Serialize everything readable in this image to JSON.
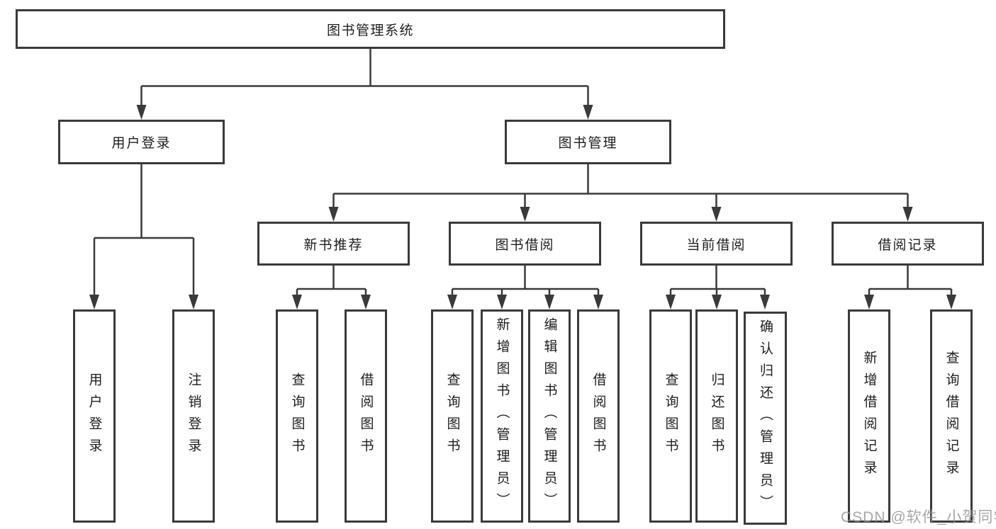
{
  "diagram": {
    "type": "hierarchy",
    "nodes": {
      "root": "图书管理系统",
      "user_login": "用户登录",
      "book_mgmt": "图书管理",
      "new_book_rec": "新书推荐",
      "book_borrow": "图书借阅",
      "current_borrow": "当前借阅",
      "borrow_record": "借阅记录",
      "ul_login": "用户登录",
      "ul_logout": "注销登录",
      "nb_query": "查询图书",
      "nb_borrow": "借阅图书",
      "bb_query": "查询图书",
      "bb_add": "新增图书（管理员）",
      "bb_edit": "编辑图书（管理员）",
      "bb_borrow": "借阅图书",
      "cb_query": "查询图书",
      "cb_return": "归还图书",
      "cb_confirm": "确认归还（管理员）",
      "br_add": "新增借阅记录",
      "br_query": "查询借阅记录"
    },
    "edges": [
      [
        "root",
        "user_login"
      ],
      [
        "root",
        "book_mgmt"
      ],
      [
        "user_login",
        "ul_login"
      ],
      [
        "user_login",
        "ul_logout"
      ],
      [
        "book_mgmt",
        "new_book_rec"
      ],
      [
        "book_mgmt",
        "book_borrow"
      ],
      [
        "book_mgmt",
        "current_borrow"
      ],
      [
        "book_mgmt",
        "borrow_record"
      ],
      [
        "new_book_rec",
        "nb_query"
      ],
      [
        "new_book_rec",
        "nb_borrow"
      ],
      [
        "book_borrow",
        "bb_query"
      ],
      [
        "book_borrow",
        "bb_add"
      ],
      [
        "book_borrow",
        "bb_edit"
      ],
      [
        "book_borrow",
        "bb_borrow"
      ],
      [
        "current_borrow",
        "cb_query"
      ],
      [
        "current_borrow",
        "cb_return"
      ],
      [
        "current_borrow",
        "cb_confirm"
      ],
      [
        "borrow_record",
        "br_add"
      ],
      [
        "borrow_record",
        "br_query"
      ]
    ],
    "colors": {
      "line": "#3a3a3a",
      "text": "#1d1d1d",
      "box_fill": "#ffffff"
    }
  },
  "watermark": "CSDN @软件_小贺同学"
}
